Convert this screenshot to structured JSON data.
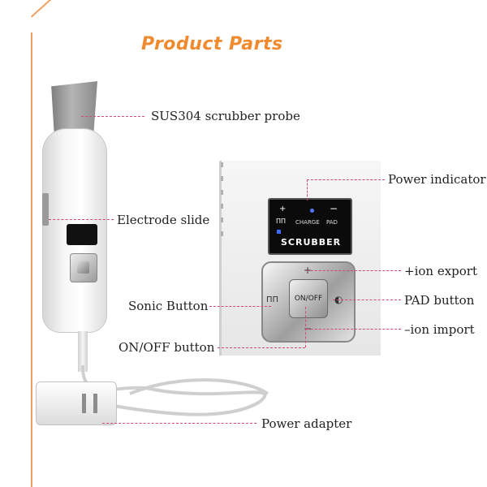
{
  "title": "Product Parts",
  "colors": {
    "accent": "#ef8a2e",
    "leader": "#d2477f"
  },
  "device": {
    "lcd": {
      "plus": "+",
      "minus": "−",
      "pulse": "ΠΠ",
      "charge": "CHARGE",
      "pad": "PAD",
      "brand": "SCRUBBER"
    },
    "onoff": "ON/OFF"
  },
  "labels": {
    "probe": "SUS304 scrubber probe",
    "power_indicator": "Power indicator",
    "electrode": "Electrode slide",
    "ion_export": "+ion export",
    "sonic": "Sonic Button",
    "pad_button": "PAD button",
    "ion_import": "–ion import",
    "onoff_button": "ON/OFF button",
    "adapter": "Power adapter"
  }
}
